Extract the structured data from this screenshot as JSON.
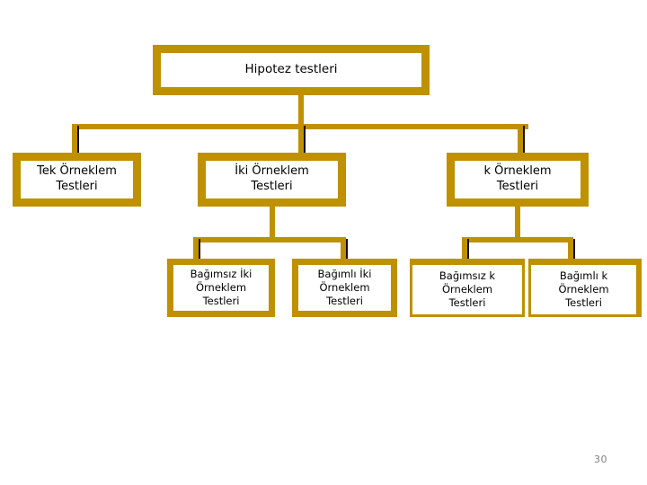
{
  "slide": {
    "background_color": "#ffffff",
    "accent_color": "#bf9000",
    "shadow_color": "#140d00",
    "page_number": "30"
  },
  "diagram": {
    "type": "tree",
    "root": {
      "id": "root",
      "label": "Hipotez testleri"
    },
    "level2": [
      {
        "id": "tek",
        "label": "Tek Örneklem\nTestleri"
      },
      {
        "id": "iki",
        "label": "İki Örneklem\nTestleri"
      },
      {
        "id": "k",
        "label": "k Örneklem\nTestleri"
      }
    ],
    "level3": [
      {
        "id": "bagimsiz-iki",
        "parent": "iki",
        "label": "Bağımsız İki\nÖrneklem\nTestleri"
      },
      {
        "id": "bagimli-iki",
        "parent": "iki",
        "label": "Bağımlı İki\nÖrneklem\nTestleri"
      },
      {
        "id": "bagimsiz-k",
        "parent": "k",
        "label": "Bağımsız k\nÖrneklem\nTestleri"
      },
      {
        "id": "bagimli-k",
        "parent": "k",
        "label": "Bağımlı k\nÖrneklem\nTestleri"
      }
    ]
  }
}
